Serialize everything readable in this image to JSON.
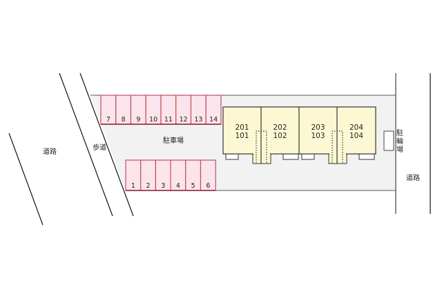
{
  "labels": {
    "road_left": "道路",
    "sidewalk": "歩道",
    "parking_lot": "駐車場",
    "bike_parking": "駐輪場",
    "road_right": "道路"
  },
  "colors": {
    "lot_fill": "#f2f2f2",
    "slot_fill": "#fce4ec",
    "slot_border": "#c0505e",
    "building_fill": "#fdf8d4",
    "building_border": "#333333"
  },
  "parking": {
    "upper_row": [
      "7",
      "8",
      "9",
      "10",
      "11",
      "12",
      "13",
      "14"
    ],
    "lower_row": [
      "1",
      "2",
      "3",
      "4",
      "5",
      "6"
    ]
  },
  "units": [
    {
      "upper": "201",
      "lower": "101"
    },
    {
      "upper": "202",
      "lower": "102"
    },
    {
      "upper": "203",
      "lower": "103"
    },
    {
      "upper": "204",
      "lower": "104"
    }
  ]
}
